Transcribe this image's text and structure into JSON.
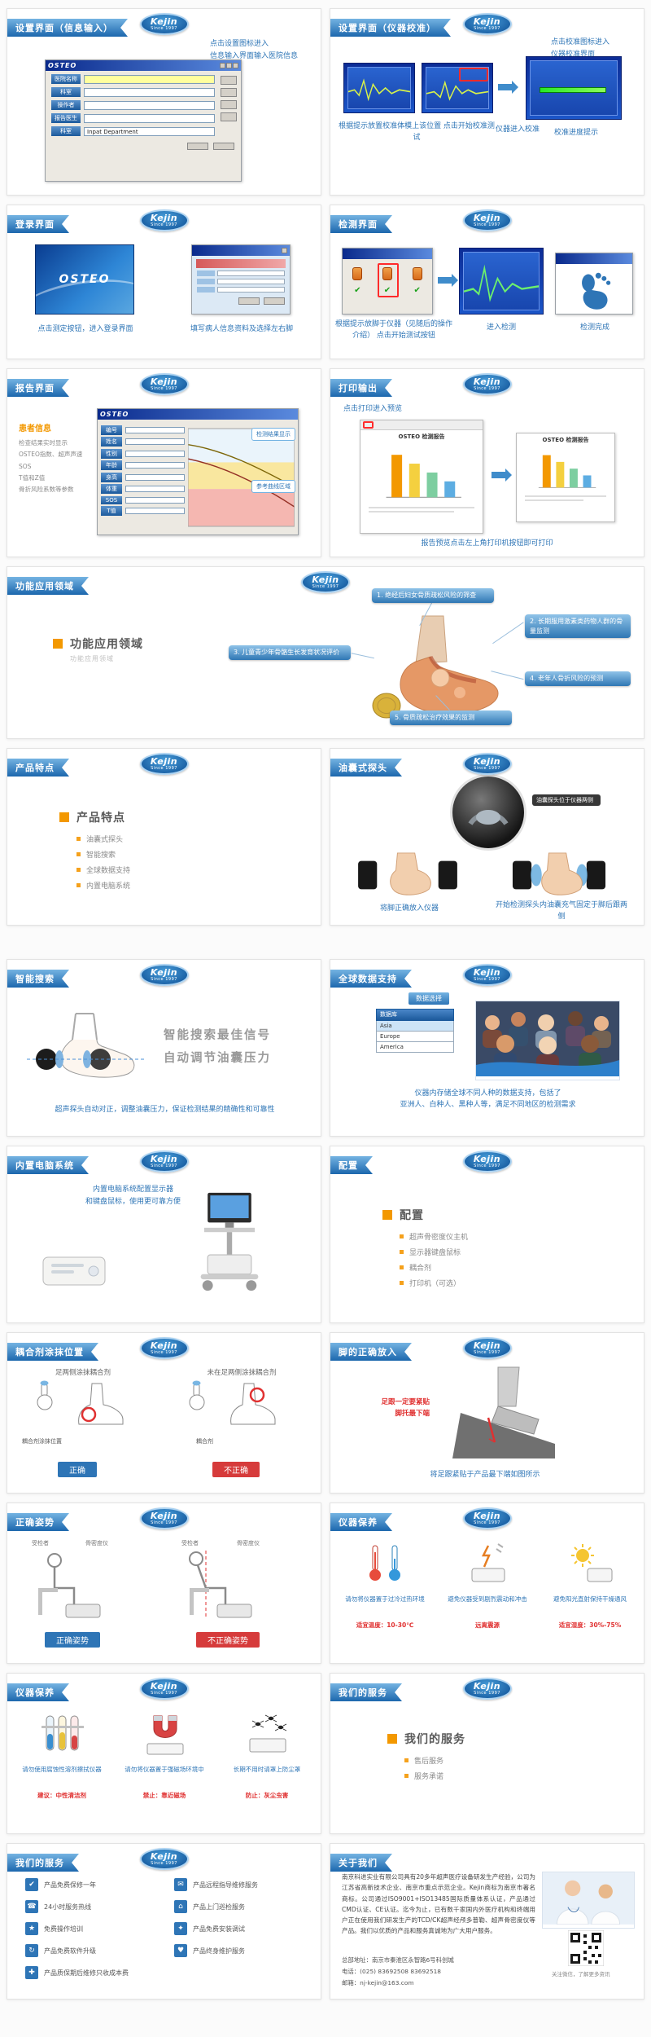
{
  "logo": {
    "name": "Kejin",
    "sub": "Since 1997"
  },
  "s1": {
    "ribbon": "设置界面（信息输入）",
    "note1": "点击设置图标进入",
    "note2": "信息输入界面输入医院信息",
    "win_title": "OSTEO",
    "f1": "医院名称",
    "f2": "科室",
    "f3": "操作者",
    "f4": "报告医生",
    "bottom_label": "科室",
    "bottom_value": "Inpat Department"
  },
  "s2": {
    "ribbon": "设置界面（仪器校准）",
    "note1": "点击校准图标进入",
    "note2": "仪器校准界面",
    "cap1": "根据提示放置校准体模上该位置 点击开始校准测试",
    "cap2": "仪器进入校准",
    "cap3": "校准进度提示"
  },
  "s3": {
    "ribbon": "登录界面",
    "splash": "OSTEO",
    "cap1": "点击测定按钮，进入登录界面",
    "cap2": "填写病人信息资料及选择左右脚"
  },
  "s4": {
    "ribbon": "检测界面",
    "check": "✔",
    "cap1": "根据提示放脚于仪器（见随后的操作介绍） 点击开始测试按钮",
    "cap2": "进入检测",
    "cap3": "检测完成"
  },
  "s5": {
    "ribbon": "报告界面",
    "side_title": "患者信息",
    "t1": "检查结果实时显示",
    "t2": "OSTEO指数、超声声速SOS",
    "t3": "T值和Z值",
    "t4": "骨折风险系数等参数",
    "win_title": "OSTEO",
    "l1": "编号",
    "l2": "姓名",
    "l3": "性别",
    "l4": "年龄",
    "l5": "身高",
    "l6": "体重",
    "l7": "SOS",
    "l8": "T值",
    "co1": "检测结果显示",
    "co2": "参考曲线区域"
  },
  "s6": {
    "ribbon": "打印输出",
    "note": "点击打印进入预览",
    "report_title": "OSTEO 检测报告",
    "cap": "报告预览点击左上角打印机按钮即可打印"
  },
  "s7": {
    "ribbon": "功能应用领域",
    "bullet_title": "功能应用领域",
    "bullet_sub": "功能应用领域",
    "c1": "1. 绝经后妇女骨质疏松风险的筛查",
    "c2": "2. 长期服用激素类药物人群的骨量监测",
    "c3": "3. 儿童青少年骨骼生长发育状况评价",
    "c4": "4. 老年人骨折风险的预测",
    "c5": "5. 骨质疏松治疗效果的监测"
  },
  "s8": {
    "ribbon": "产品特点",
    "bullet_title": "产品特点",
    "i1": "油囊式探头",
    "i2": "智能搜索",
    "i3": "全球数据支持",
    "i4": "内置电脑系统"
  },
  "s9": {
    "ribbon": "油囊式探头",
    "photo_note": "油囊探头位于仪器两侧",
    "cap1": "将脚正确放入仪器",
    "cap2": "开始检测探头内油囊充气固定于脚后跟两侧"
  },
  "s10": {
    "ribbon": "智能搜索",
    "h1": "智能搜索最佳信号",
    "h2": "自动调节油囊压力",
    "cap": "超声探头自动对正，调整油囊压力，保证检测结果的精确性和可靠性"
  },
  "s11": {
    "ribbon": "全球数据支持",
    "tag": "数据选择",
    "dd_label": "数据库",
    "o1": "Asia",
    "o2": "Europe",
    "o3": "America",
    "cap1": "仪器内存储全球不同人种的数据支持，包括了",
    "cap2": "亚洲人、白种人、黑种人等，满足不同地区的检测需求"
  },
  "s12": {
    "ribbon": "内置电脑系统",
    "t1": "内置电脑系统配置显示器",
    "t2": "和键盘鼠标，使用更可靠方便"
  },
  "s13": {
    "ribbon": "配置",
    "bullet_title": "配置",
    "i1": "超声骨密度仪主机",
    "i2": "显示器键盘鼠标",
    "i3": "耦合剂",
    "i4": "打印机（可选）"
  },
  "s14": {
    "ribbon": "耦合剂涂抹位置",
    "lab1": "足两侧涂抹耦合剂",
    "lab2": "未在足两侧涂抹耦合剂",
    "ann1": "耦合剂涂抹位置",
    "ann2": "耦合剂",
    "v1": "正确",
    "v2": "不正确"
  },
  "s15": {
    "ribbon": "脚的正确放入",
    "w1": "足跟一定要紧贴",
    "w2": "脚托最下端",
    "cap": "将足跟紧贴于产品最下端如图所示"
  },
  "s16": {
    "ribbon": "正确姿势",
    "lab1": "受检者",
    "lab2": "骨密度仪",
    "v1": "正确姿势",
    "v2": "不正确姿势"
  },
  "s17": {
    "ribbon": "仪器保养",
    "c1": "请勿将仪器置于过冷过热环境",
    "h1": "适宜温度：10-30℃",
    "c2": "避免仪器受到剧烈震动和冲击",
    "h2": "远离震源",
    "c3": "避免阳光直射保持干燥通风",
    "h3": "适宜湿度：30%-75%"
  },
  "s18": {
    "ribbon": "仪器保养",
    "c1": "请勿使用腐蚀性溶剂擦拭仪器",
    "h1": "建议：中性清洁剂",
    "c2": "请勿将仪器置于强磁场环境中",
    "h2": "禁止：靠近磁场",
    "c3": "长期不用时请罩上防尘罩",
    "h3": "防止：灰尘虫害"
  },
  "s19": {
    "ribbon": "我们的服务",
    "bullet_title": "我们的服务",
    "i1": "售后服务",
    "i2": "服务承诺"
  },
  "s20": {
    "ribbon": "我们的服务",
    "g1": "✔",
    "t1": "产品免费保修一年",
    "g2": "☎",
    "t2": "24小时服务热线",
    "g3": "★",
    "t3": "免费操作培训",
    "g4": "↻",
    "t4": "产品免费软件升级",
    "g5": "✚",
    "t5": "产品质保期后维修只收成本费",
    "g6": "✉",
    "t6": "产品远程指导维修服务",
    "g7": "⌂",
    "t7": "产品上门巡检服务",
    "g8": "✦",
    "t8": "产品免费安装调试",
    "g9": "♥",
    "t9": "产品终身维护服务"
  },
  "s21": {
    "ribbon": "关于我们",
    "about": "南京科进实业有限公司具有20多年超声医疗设备研发生产经验，公司为江苏省高新技术企业、南京市重点示范企业。Kejin商标为南京市著名商标。公司通过ISO9001+ISO13485国际质量体系认证，产品通过CMD认证、CE认证。迄今为止，已有数千家国内外医疗机构和终端用户正在使用我们研发生产的TCD/CK超声经颅多普勒、超声骨密度仪等产品。我们以优质的产品和服务真诚地为广大用户服务。",
    "addr": "总部地址：南京市秦淮区永智路6号科创城",
    "tel": "电话：(025) 83692508  83692518",
    "mail": "邮箱：nj-kejin@163.com",
    "qr_caption": "关注微信，了解更多资讯"
  }
}
